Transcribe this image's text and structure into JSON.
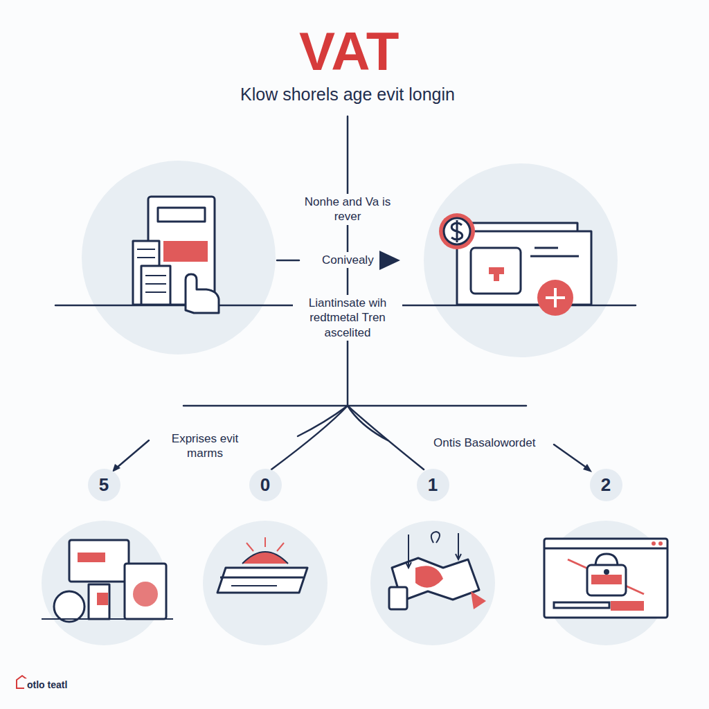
{
  "diagram": {
    "title": "VAT",
    "nodes": [
      {
        "text": [
          "5"
        ]
      },
      {
        "text": [
          "0"
        ]
      },
      {
        "text": [
          "1"
        ]
      },
      {
        "text": [
          "2"
        ]
      }
    ],
    "labels": [
      "Klow shorels age evit longin",
      "Nonhe and Va is rever",
      "Conivealy",
      "Liantinsate wih redtmetal Tren ascelited",
      "Exprises evit marms",
      "Ontis Basalowordet",
      "otlo teatl"
    ]
  }
}
